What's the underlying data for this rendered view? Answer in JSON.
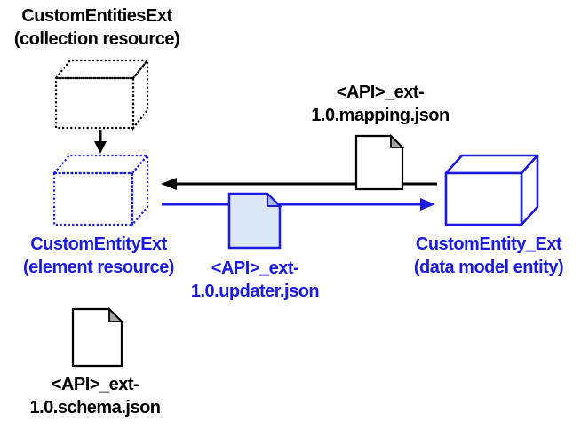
{
  "diagram": {
    "title_hint": "Custom entity extension resources diagram",
    "colors": {
      "black": "#000000",
      "blue": "#1a1ae2",
      "doc_white_fill": "#ffffff",
      "doc_blue_fill": "#dbe6f7",
      "fold_gray": "#a6a6a6",
      "fold_blue": "#a9badf"
    },
    "nodes": {
      "collection": {
        "title": "CustomEntitiesExt",
        "subtitle": "(collection resource)"
      },
      "element": {
        "title": "CustomEntityExt",
        "subtitle": "(element resource)"
      },
      "entity": {
        "title": "CustomEntity_Ext",
        "subtitle": "(data model entity)"
      }
    },
    "files": {
      "mapping": {
        "line1": "<API>_ext-",
        "line2": "1.0.mapping.json"
      },
      "updater": {
        "line1": "<API>_ext-",
        "line2": "1.0.updater.json"
      },
      "schema": {
        "line1": "<API>_ext-",
        "line2": "1.0.schema.json"
      }
    }
  }
}
